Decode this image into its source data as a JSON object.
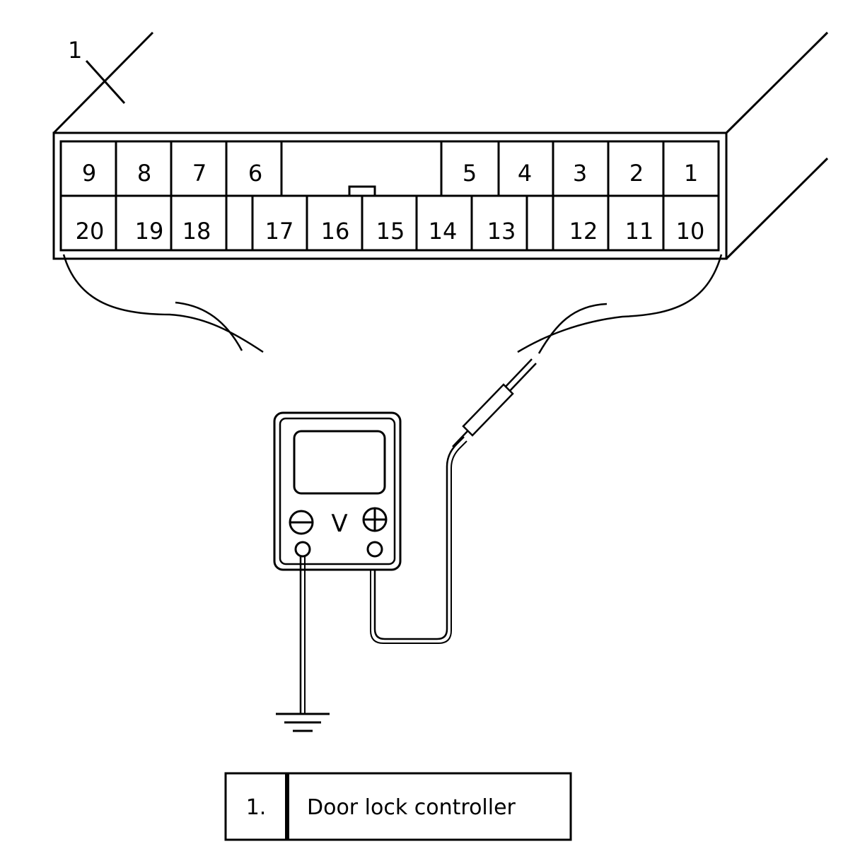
{
  "callout": {
    "number": "1"
  },
  "connector": {
    "top_row": [
      "9",
      "8",
      "7",
      "6",
      "5",
      "4",
      "3",
      "2",
      "1"
    ],
    "bottom_row": [
      "20",
      "19",
      "18",
      "17",
      "16",
      "15",
      "14",
      "13",
      "12",
      "11",
      "10"
    ]
  },
  "meter": {
    "minus_symbol": "⊖",
    "plus_symbol": "⊕",
    "unit_label": "V"
  },
  "legend": {
    "number": "1.",
    "label": "Door lock controller"
  }
}
